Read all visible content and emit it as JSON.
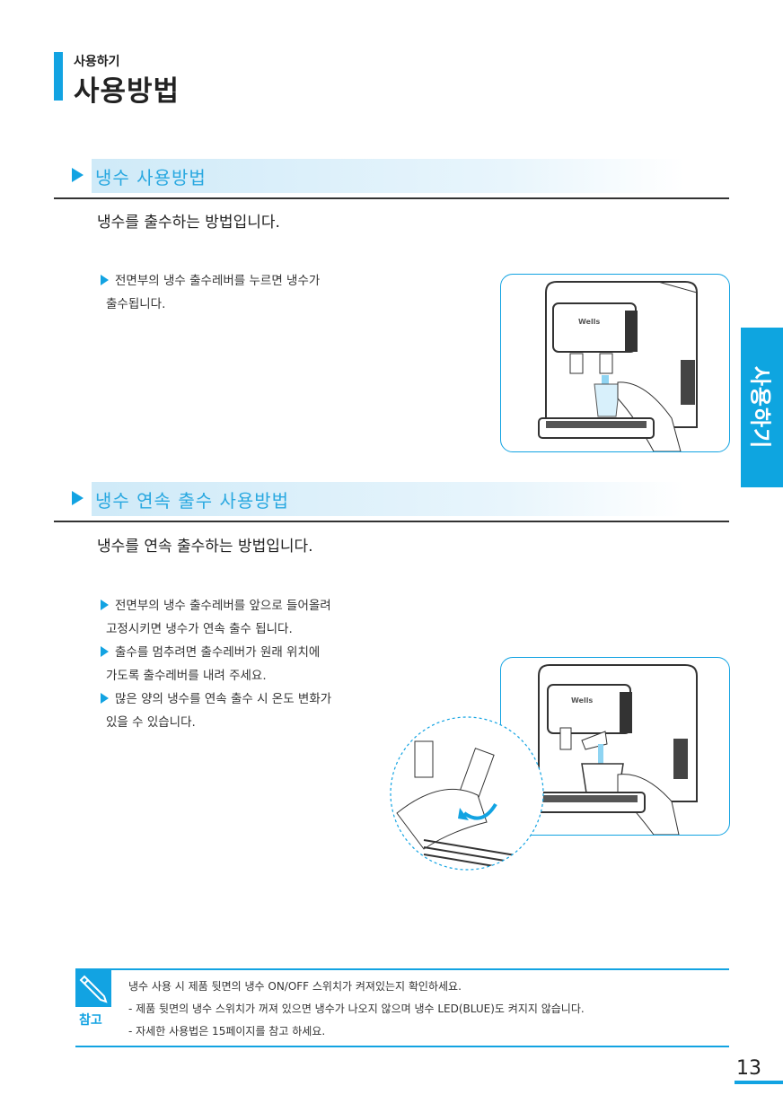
{
  "header": {
    "category": "사용하기",
    "title": "사용방법"
  },
  "side_tab": "사용하기",
  "sections": [
    {
      "title": "냉수 사용방법",
      "subtitle": "냉수를 출수하는 방법입니다.",
      "bullets": [
        {
          "lines": [
            "전면부의 냉수 출수레버를 누르면 냉수가",
            "출수됩니다."
          ]
        }
      ]
    },
    {
      "title": "냉수 연속 출수 사용방법",
      "subtitle": "냉수를 연속 출수하는 방법입니다.",
      "bullets": [
        {
          "lines": [
            "전면부의 냉수 출수레버를 앞으로 들어올려",
            "고정시키면 냉수가 연속 출수 됩니다."
          ]
        },
        {
          "lines": [
            "출수를 멈추려면 출수레버가 원래 위치에",
            "가도록 출수레버를 내려 주세요."
          ]
        },
        {
          "lines": [
            "많은 양의 냉수를 연속 출수 시 온도 변화가",
            "있을 수 있습니다."
          ]
        }
      ]
    }
  ],
  "product_logo": "Wells",
  "note": {
    "label": "참고",
    "lines": [
      "냉수 사용 시 제품 뒷면의 냉수 ON/OFF 스위치가 켜져있는지 확인하세요.",
      "- 제품 뒷면의 냉수 스위치가 꺼져 있으면 냉수가 나오지 않으며 냉수 LED(BLUE)도 켜지지 않습니다.",
      "- 자세한 사용법은 15페이지를 참고 하세요."
    ]
  },
  "page_number": "13",
  "colors": {
    "accent": "#12a3e2",
    "band": "#cfeaf8"
  }
}
